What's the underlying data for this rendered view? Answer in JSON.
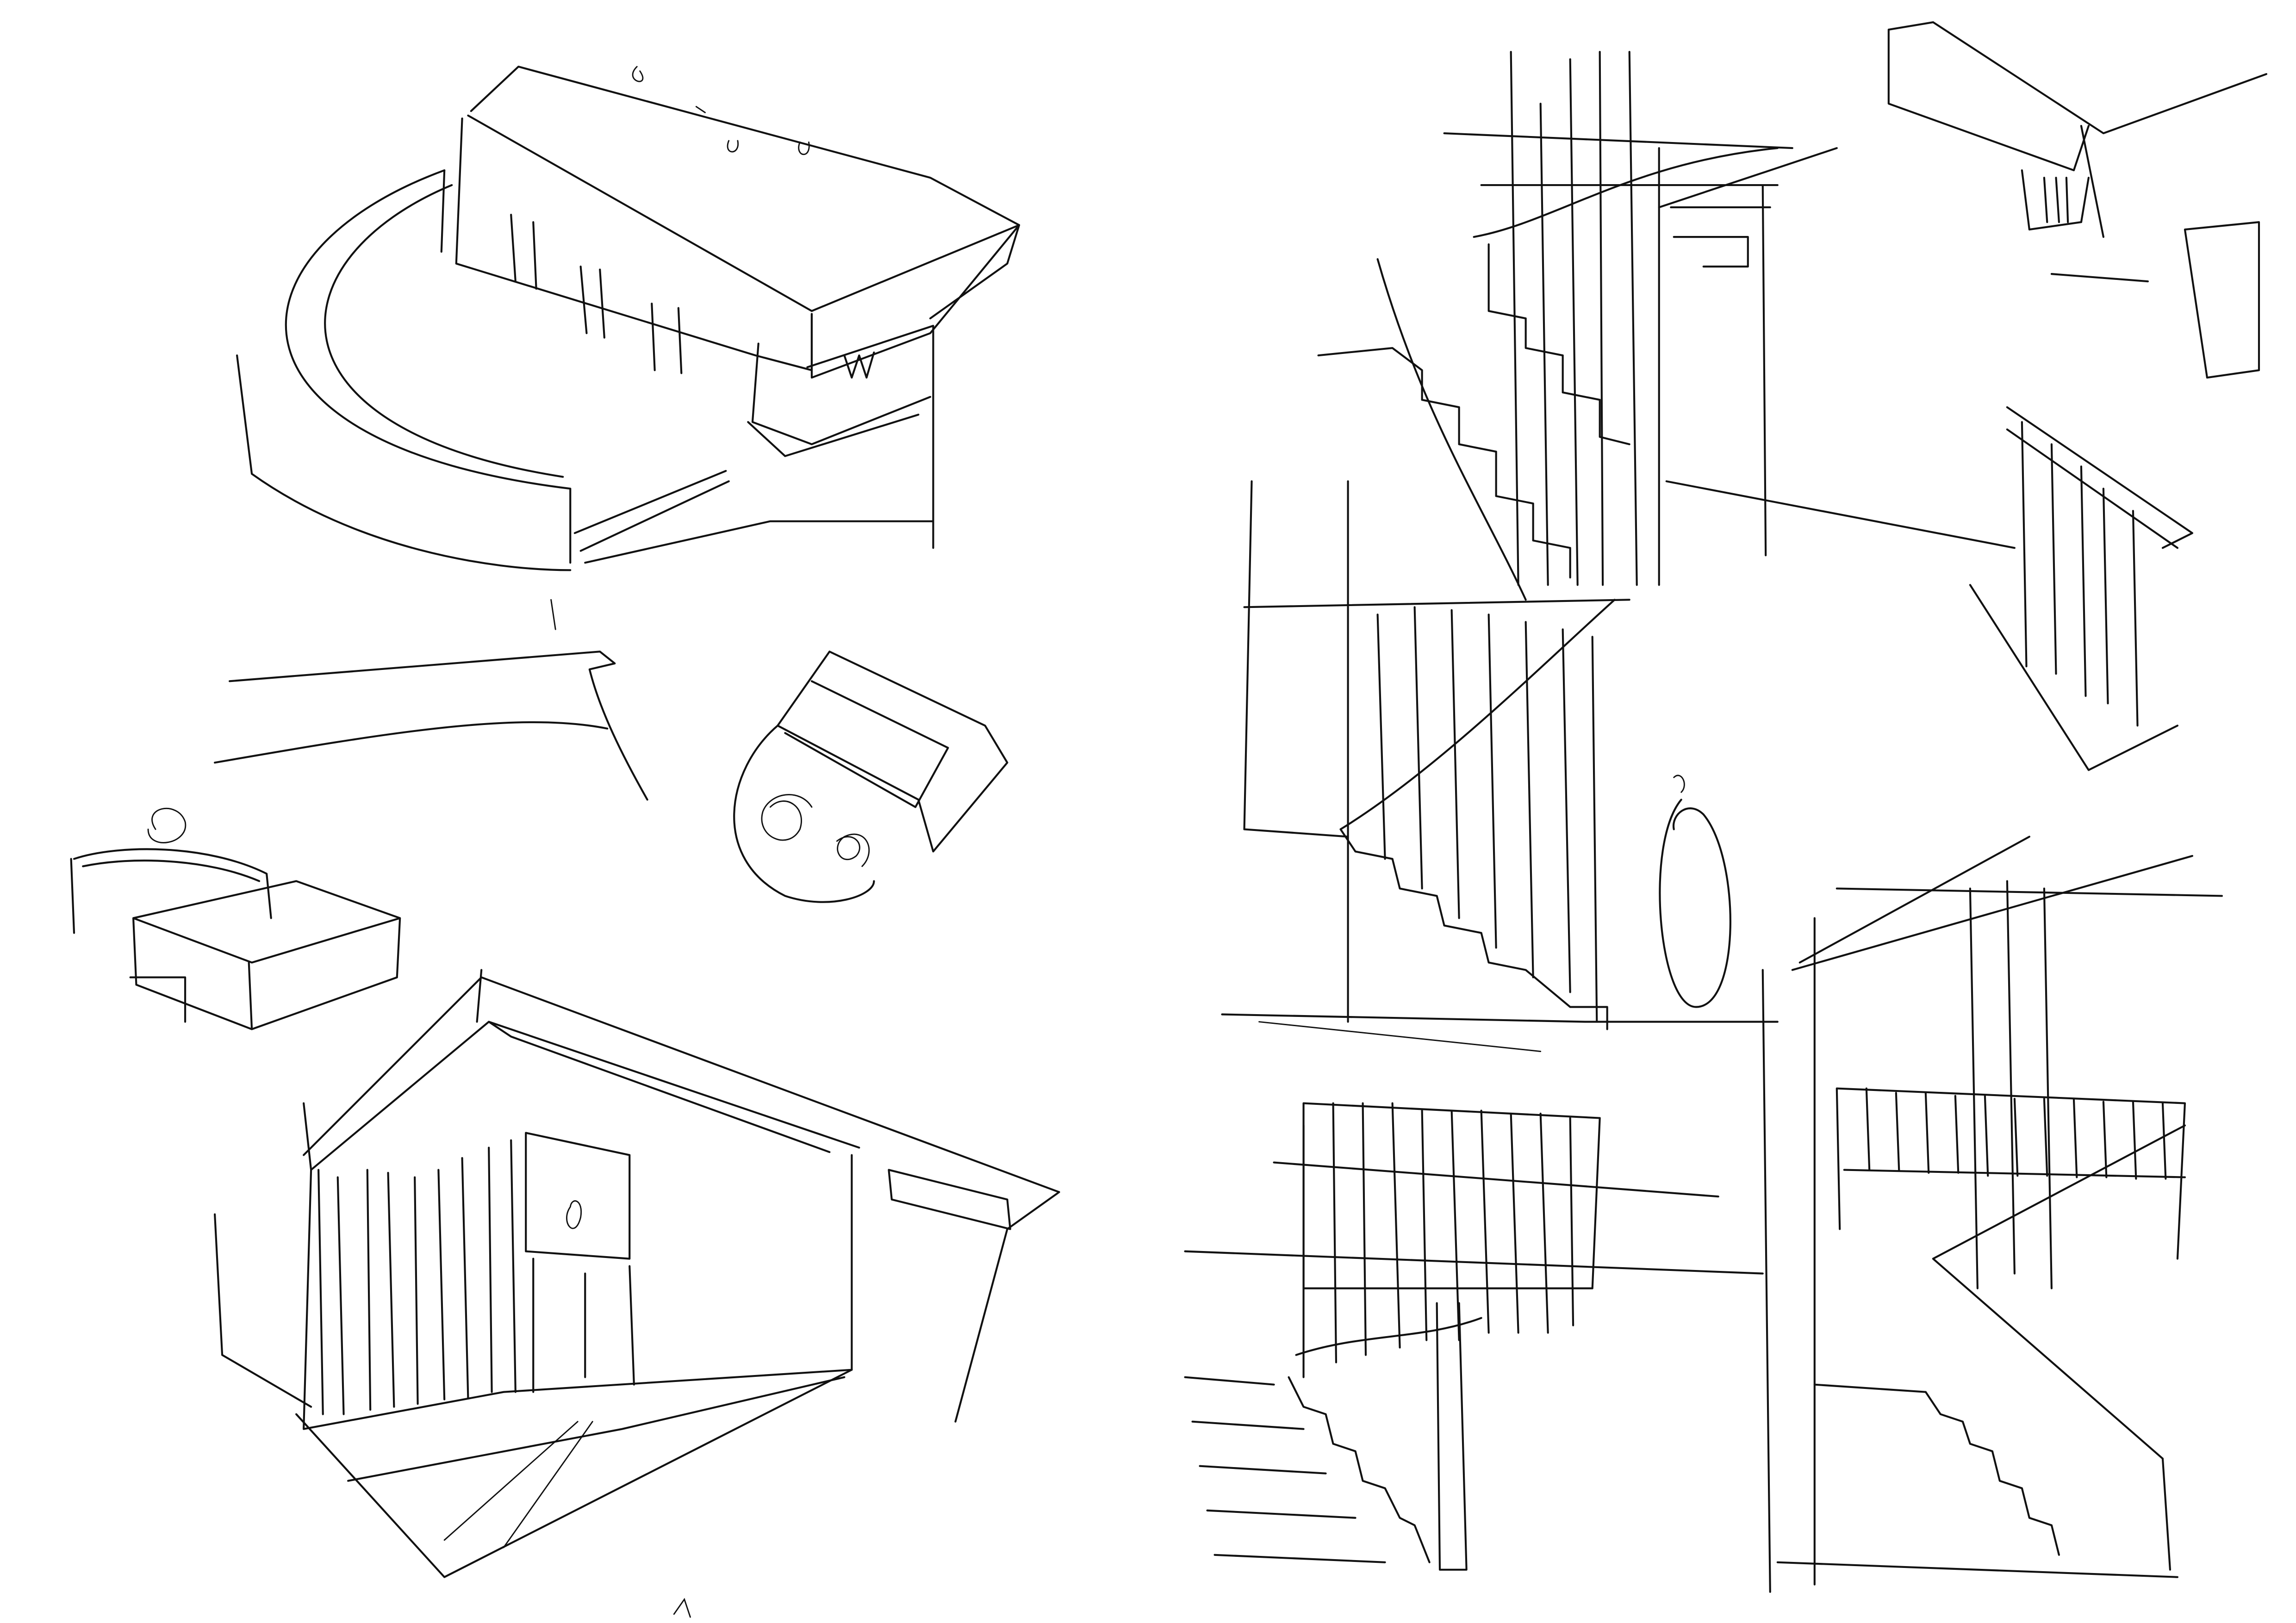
{
  "sheet": {
    "background": "#ffffff",
    "ink": "#111111",
    "sketches": [
      "building-with-curved-wall",
      "ground-line-study",
      "small-plan-with-spirals",
      "small-massing-model",
      "interior-perspective-with-slatted-wall",
      "staircase-section-study",
      "upper-corner-detail",
      "ceiling-slats-detail",
      "oval-loop",
      "stair-under-slats-left",
      "stair-under-slats-right"
    ]
  }
}
